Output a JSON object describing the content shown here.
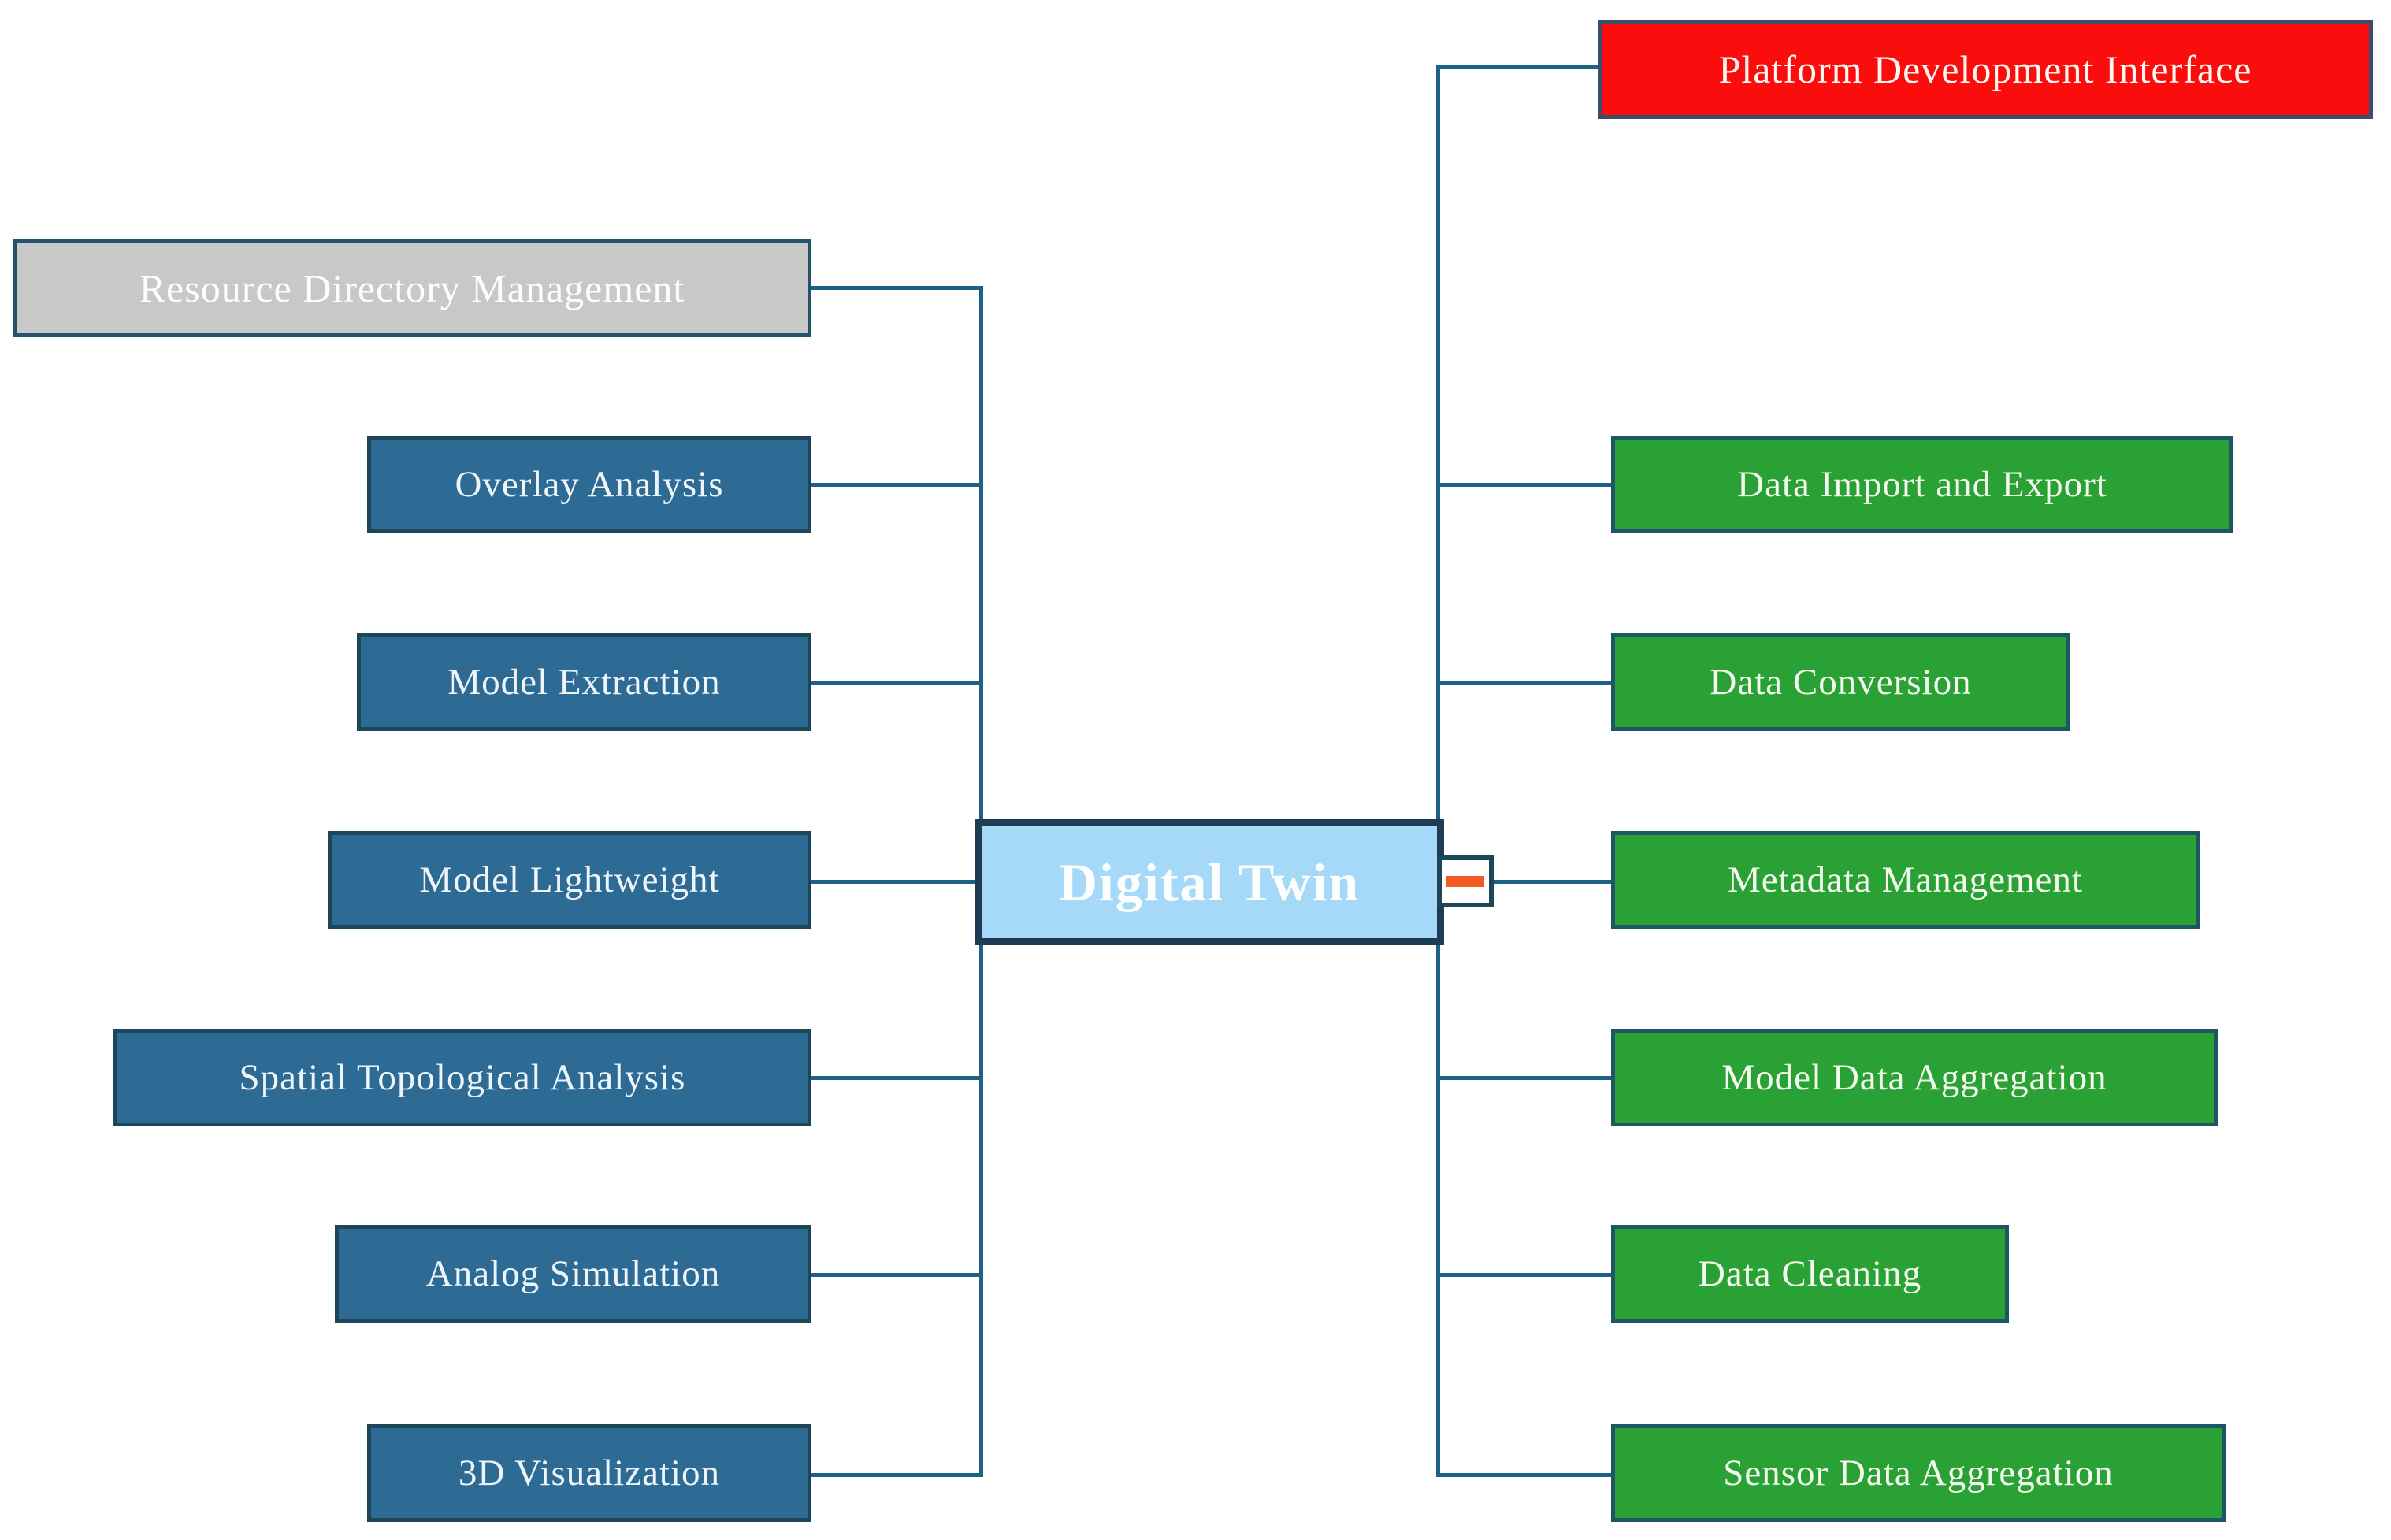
{
  "diagram": {
    "type": "mindmap",
    "center": {
      "label": "Digital Twin"
    },
    "toggle": {
      "icon": "minus-icon",
      "state": "expanded"
    },
    "left_branches": [
      {
        "label": "Resource Directory Management",
        "color": "gray"
      },
      {
        "label": "Overlay Analysis",
        "color": "blue"
      },
      {
        "label": "Model Extraction",
        "color": "blue"
      },
      {
        "label": "Model Lightweight",
        "color": "blue"
      },
      {
        "label": "Spatial Topological Analysis",
        "color": "blue"
      },
      {
        "label": "Analog Simulation",
        "color": "blue"
      },
      {
        "label": "3D Visualization",
        "color": "blue"
      }
    ],
    "right_branches": [
      {
        "label": "Platform Development Interface",
        "color": "red"
      },
      {
        "label": "Data Import and Export",
        "color": "green"
      },
      {
        "label": "Data Conversion",
        "color": "green"
      },
      {
        "label": "Metadata Management",
        "color": "green"
      },
      {
        "label": "Model Data Aggregation",
        "color": "green"
      },
      {
        "label": "Data Cleaning",
        "color": "green"
      },
      {
        "label": "Sensor Data Aggregation",
        "color": "green"
      }
    ],
    "colors": {
      "center_fill": "#A6D9F7",
      "center_border": "#1E3C54",
      "blue_fill": "#2E6B94",
      "gray_fill": "#C8C8C8",
      "green_fill": "#2AA134",
      "red_fill": "#FB0D0D",
      "node_border": "#1E4659",
      "connector": "#1D6285",
      "toggle_minus": "#F15A22",
      "label_text": "#FBFDFB"
    }
  }
}
